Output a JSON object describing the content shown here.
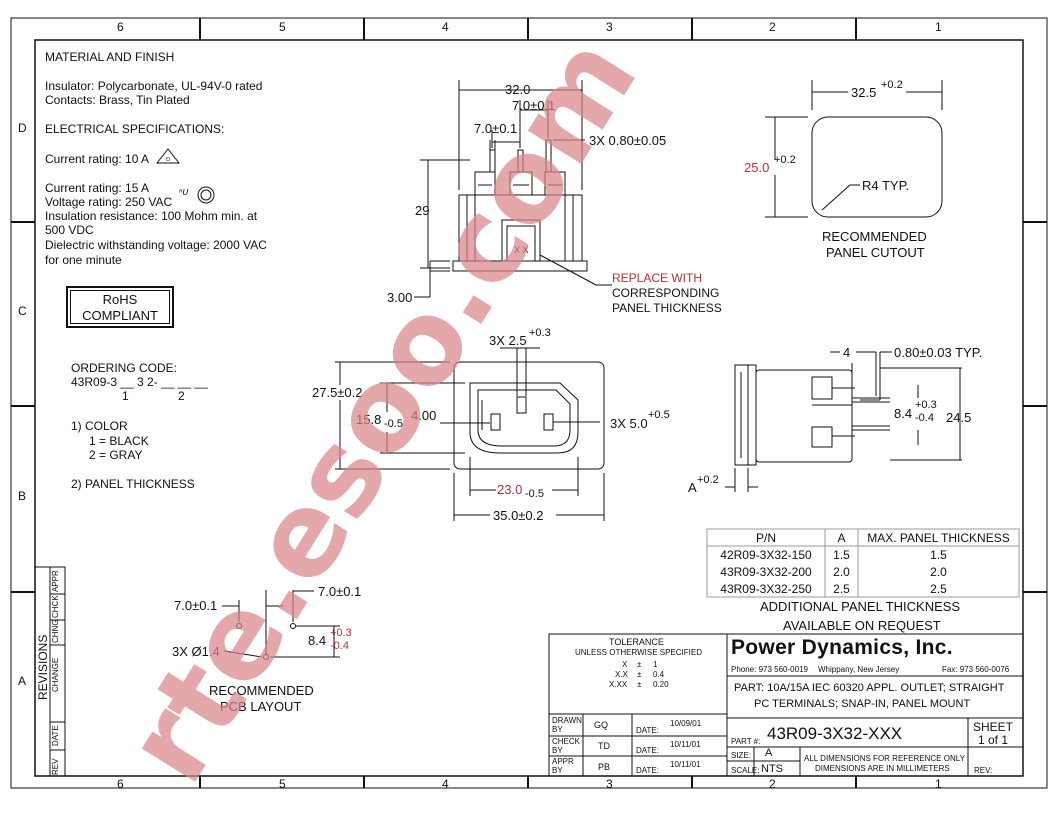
{
  "border": {
    "zones_top": [
      "6",
      "5",
      "4",
      "3",
      "2",
      "1"
    ],
    "zones_bottom": [
      "6",
      "5",
      "4",
      "3",
      "2",
      "1"
    ],
    "rows_left": [
      "D",
      "C",
      "B",
      "A"
    ]
  },
  "material": {
    "heading": "MATERIAL AND FINISH",
    "insulator": "Insulator: Polycarbonate, UL-94V-0 rated",
    "contacts": "Contacts: Brass, Tin Plated"
  },
  "electrical": {
    "heading": "ELECTRICAL SPECIFICATIONS:",
    "current_10": "Current rating: 10 A",
    "current_15": "Current rating: 15 A",
    "voltage": "Voltage rating: 250 VAC",
    "insulation_1": "Insulation resistance: 100 Mohm min. at",
    "insulation_2": "500 VDC",
    "dielectric_1": "Dielectric withstanding voltage: 2000 VAC",
    "dielectric_2": "for one minute"
  },
  "rohs": {
    "line1": "RoHS",
    "line2": "COMPLIANT"
  },
  "ordering": {
    "heading": "ORDERING CODE:",
    "code": "43R09-3 __ 3 2- __ __ __",
    "idx1": "1",
    "idx2": "2",
    "color_heading": "1)  COLOR",
    "color_black": "1 = BLACK",
    "color_gray": "2 = GRAY",
    "thickness_heading": "2)  PANEL THICKNESS"
  },
  "top_view": {
    "dim_width": "32.0",
    "dim_pitch": "7.0±0.1",
    "dim_pitch2": "7.0±0.1",
    "dim_pins": "3X 0.80±0.05",
    "dim_height": "29",
    "dim_thickness": "3.00",
    "xx_label": "X X",
    "replace_1": "REPLACE WITH",
    "replace_2": "CORRESPONDING",
    "replace_3": "PANEL THICKNESS"
  },
  "cutout": {
    "dim_width": "32.5",
    "dim_width_tol": "+0.2",
    "dim_height": "25.0",
    "dim_height_tol": "+0.2",
    "radius": "R4 TYP.",
    "label_1": "RECOMMENDED",
    "label_2": "PANEL CUTOUT"
  },
  "front_view": {
    "dim_slot_w": "3X 2.5",
    "dim_slot_w_tol": "+0.3",
    "dim_height": "27.5±0.2",
    "dim_inner": "15.8",
    "dim_inner_tol": "-0.5",
    "dim_offset": "4.00",
    "dim_slot_h": "3X 5.0",
    "dim_slot_h_tol": "+0.5",
    "dim_inner_w": "23.0",
    "dim_inner_w_tol": "-0.5",
    "dim_width": "35.0±0.2"
  },
  "side_view": {
    "dim_4": "4",
    "dim_pin": "0.80±0.03 TYP.",
    "dim_8": "8.4",
    "dim_8_tol_plus": "+0.3",
    "dim_8_tol_minus": "-0.4",
    "dim_height": "24.5",
    "dim_a": "A",
    "dim_a_tol": "+0.2"
  },
  "pcb": {
    "dim_left": "7.0±0.1",
    "dim_right": "7.0±0.1",
    "dim_holes": "3X Ø1.4",
    "dim_vert": "8.4",
    "dim_vert_plus": "+0.3",
    "dim_vert_minus": "-0.4",
    "label_1": "RECOMMENDED",
    "label_2": "PCB LAYOUT"
  },
  "pn_table": {
    "headers": [
      "P/N",
      "A",
      "MAX. PANEL THICKNESS"
    ],
    "rows": [
      [
        "42R09-3X32-150",
        "1.5",
        "1.5"
      ],
      [
        "43R09-3X32-200",
        "2.0",
        "2.0"
      ],
      [
        "43R09-3X32-250",
        "2.5",
        "2.5"
      ]
    ],
    "note_1": "ADDITIONAL PANEL THICKNESS",
    "note_2": "AVAILABLE ON REQUEST"
  },
  "revisions": {
    "title": "REVISIONS",
    "rev": "REV",
    "date": "DATE",
    "change": "CHANGE",
    "chng": "CHNG",
    "chck": "CHCK",
    "appr": "APPR"
  },
  "tolerance": {
    "title": "TOLERANCE",
    "subtitle": "UNLESS OTHERWISE SPECIFIED",
    "r1a": "X",
    "r1b": "±",
    "r1c": "1",
    "r2a": "X.X",
    "r2b": "±",
    "r2c": "0.4",
    "r3a": "X.XX",
    "r3b": "±",
    "r3c": "0.20"
  },
  "approvals": {
    "drawn_label_1": "DRAWN",
    "drawn_label_2": "BY",
    "drawn_by": "GQ",
    "drawn_date_label": "DATE:",
    "drawn_date": "10/09/01",
    "check_label_1": "CHECK",
    "check_label_2": "BY",
    "check_by": "TD",
    "check_date_label": "DATE:",
    "check_date": "10/11/01",
    "appr_label_1": "APPR",
    "appr_label_2": "BY",
    "appr_by": "PB",
    "appr_date_label": "DATE:",
    "appr_date": "10/11/01"
  },
  "title_block": {
    "company": "Power Dynamics, Inc.",
    "phone": "Phone: 973 560-0019",
    "location": "Whippany, New Jersey",
    "fax": "Fax: 973 560-0076",
    "part_desc_1": "PART: 10A/15A IEC 60320 APPL. OUTLET; STRAIGHT",
    "part_desc_2": "PC TERMINALS; SNAP-IN, PANEL MOUNT",
    "part_label": "PART #:",
    "part_number": "43R09-3X32-XXX",
    "sheet_label": "SHEET",
    "sheet_value": "1 of 1",
    "size_label": "SIZE:",
    "size_value": "A",
    "scale_label": "SCALE:",
    "scale_value": "NTS",
    "note_1": "ALL DIMENSIONS FOR REFERENCE ONLY",
    "note_2": "DIMENSIONS ARE IN MILLIMETERS",
    "rev_label": "REV:"
  },
  "watermark": {
    "text": "rte.esoo.com",
    "color": "#d9868b"
  }
}
